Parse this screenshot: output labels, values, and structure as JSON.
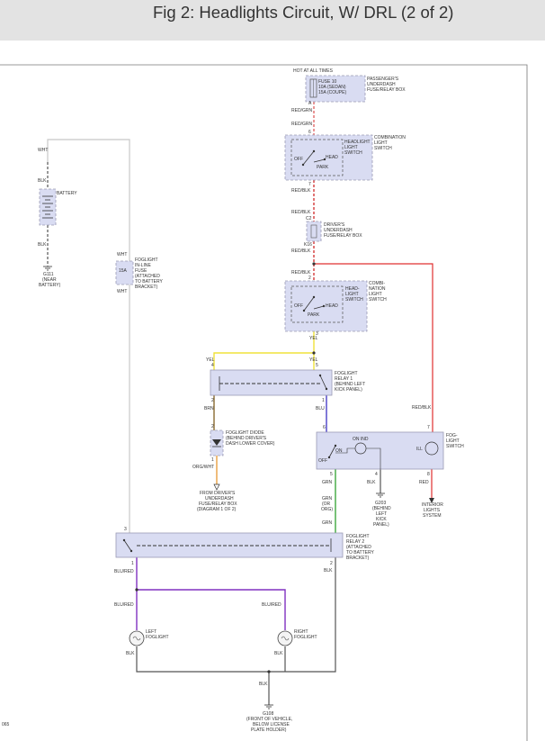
{
  "header": {
    "title": "Fig 2: Headlights Circuit, W/ DRL (2 of 2)"
  },
  "colors": {
    "red": "#e03030",
    "red_white": "#e26868",
    "red_black": "#d43a3a",
    "yellow": "#f0e23a",
    "blue": "#4a40c8",
    "brown": "#8a6a30",
    "orange": "#e8a040",
    "green": "#3fa83f",
    "black": "#555555",
    "purple": "#8030c0",
    "white": "#c8c8c8",
    "box_fill": "#d9dcf2"
  },
  "components": {
    "hot": "HOT AT ALL TIMES",
    "pass_box": [
      "PASSENGER'S",
      "UNDERDASH",
      "FUSE/RELAY BOX"
    ],
    "fuse10": [
      "FUSE 10",
      "10A (SEDAN)",
      "15A (COUPE)"
    ],
    "combo1": [
      "COMBINATION",
      "LIGHT",
      "SWITCH"
    ],
    "hls1": [
      "HEADLIGHT",
      "LIGHT",
      "SWITCH"
    ],
    "sw_off": "OFF",
    "sw_head": "HEAD",
    "sw_park": "PARK",
    "drv_box": [
      "DRIVER'S",
      "UNDERDASH",
      "FUSE/RELAY BOX"
    ],
    "combo2": [
      "COMBI-",
      "NATION",
      "LIGHT",
      "SWITCH"
    ],
    "hls2": [
      "HEAD-",
      "LIGHT",
      "SWITCH"
    ],
    "battery": "BATTERY",
    "g111": [
      "G111",
      "(NEAR",
      "BATTERY)"
    ],
    "fl_fuse": [
      "FOGLIGHT",
      "IN-LINE",
      "FUSE",
      "(ATTACHED",
      "TO BATTERY",
      "BRACKET)"
    ],
    "fl_fuse_amp": "15A",
    "relay1": [
      "FOGLIGHT",
      "RELAY 1",
      "(BEHIND LEFT",
      "KICK PANEL)"
    ],
    "diode": [
      "FOGLIGHT DIODE",
      "(BEHIND DRIVER'S",
      "DASH LOWER COVER)"
    ],
    "from_drv": [
      "FROM DRIVER'S",
      "UNDERDASH",
      "FUSE/RELAY BOX",
      "(DIAGRAM 1 OF 2)"
    ],
    "fog_sw": [
      "FOG-",
      "LIGHT",
      "SWITCH"
    ],
    "fog_on_ind": "ON IND",
    "fog_on": "ON",
    "fog_off": "OFF",
    "fog_ill": "ILL",
    "g203": [
      "G203",
      "(BEHIND",
      "LEFT",
      "KICK",
      "PANEL)"
    ],
    "interior": [
      "INTERIOR",
      "LIGHTS",
      "SYSTEM"
    ],
    "relay2": [
      "FOGLIGHT",
      "RELAY 2",
      "(ATTACHED",
      "TO BATTERY",
      "BRACKET)"
    ],
    "left_fog": [
      "LEFT",
      "FOGLIGHT"
    ],
    "right_fog": [
      "RIGHT",
      "FOGLIGHT"
    ],
    "g108": [
      "G108",
      "(FRONT OF VEHICLE,",
      "BELOW LICENSE",
      "PLATE HOLDER)"
    ],
    "corner_id": "065"
  },
  "wire_labels": {
    "red_grn_1": "RED/GRN",
    "red_grn_2": "RED/GRN",
    "red_blk_1": "RED/BLK",
    "red_blk_2": "RED/BLK",
    "red_blk_3": "RED/BLK",
    "red_blk_4": "RED/BLK",
    "red_blk_5": "RED/BLK",
    "yel_1": "YEL",
    "yel_2": "YEL",
    "yel_3": "YEL",
    "brn": "BRN",
    "blu": "BLU",
    "org_wht": "ORG/WHT",
    "grn_1": "GRN",
    "grn_2": "GRN",
    "grn_or_org": [
      "(OR",
      "ORG)"
    ],
    "grn_3": "GRN",
    "blk_sw": "BLK",
    "red_sw": "RED",
    "wht_1": "WHT",
    "blk_bat1": "BLK",
    "blk_bat2": "BLK",
    "wht_2": "WHT",
    "wht_3": "WHT",
    "blu_red_1": "BLU/RED",
    "blu_red_2": "BLU/RED",
    "blu_red_3": "BLU/RED",
    "blk_r2": "BLK",
    "blk_lf": "BLK",
    "blk_rf": "BLK",
    "blk_g108": "BLK"
  },
  "pins": {
    "p_a": "A",
    "p_6a": "6",
    "p_7a": "7",
    "p_c2": "C2",
    "p_k16": "K16",
    "p_2a": "2",
    "p_3a": "3",
    "p_4r": "4",
    "p_2r": "2",
    "p_5r": "5",
    "p_1r": "1",
    "p_3r": "3",
    "p_2d": "2",
    "p_1d": "1",
    "p_6s": "6",
    "p_5s": "5",
    "p_4s": "4",
    "p_7s": "7",
    "p_8s": "8",
    "p_3r2": "3",
    "p_1r2": "1",
    "p_2r2": "2"
  }
}
